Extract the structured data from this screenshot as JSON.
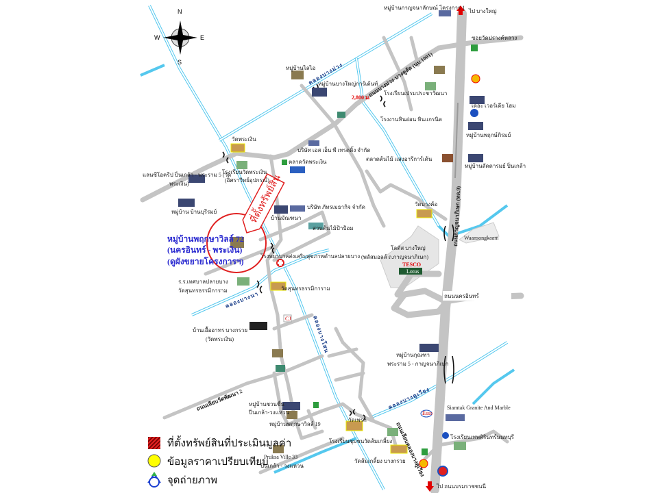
{
  "compass": {
    "n": "N",
    "e": "E",
    "s": "S",
    "w": "W"
  },
  "colors": {
    "road": "#c4c4c4",
    "canal": "#55c8ee",
    "marker": "#e02020",
    "label_blue": "#2a2ad0"
  },
  "labels": [
    "หมู่บ้านกาญจนาลักษณ์ โครงการ 1",
    "ไป บางใหญ่",
    "ซอยวัดปรางค์หลวง",
    "หมู่บ้านไลไอ",
    "คลองบางม่วง",
    "หมู่บ้านบางใหญ่การ์เด้นท์",
    "ถนนบางม่วง-บางคูลัด (นบ.1001)",
    "2,800 ม.",
    "โรงเรียนเปรมประชาวัฒนา",
    "เดอะ เวอร์เดีย โฮม",
    "โรงงานหินอ่อน หินแกรนิต",
    "หมู่บ้านพฤกษ์ภิรมย์",
    "วัดพระเงิน",
    "บริษัท เอส เอ็น พี เทรดดิ้ง จำกัด",
    "ตลาดวัดพระเงิน",
    "ตลาดต้นไม้ แสงอารีการ์เด้น",
    "หมู่บ้านลัดดารมย์ ปิ่นเกล้า",
    "โรงเรียนวัดพระเงิน",
    "(อิศราวิทย์อุปกรณ์)",
    "แลนซีโอครีป ปิ่นเกล้า - พระราม 5 (วัด",
    "พระเงิน)",
    "หมู่บ้าน บ้านบุรีรมย์",
    "ที่ตั้งทรัพย์สิน",
    "บริษัท ภัทรเมธากิจ จำกัด",
    "บ้านมัณฑนา",
    "สวนต้นไม้ป้าป้อม",
    "วัดบางค้อ",
    "หมู่บ้านพฤกษาวิลล์ 72",
    "(นครอินทร์ - พระเงิน)",
    "(ดูผังขยายโครงการฯ)",
    "โรงพยาบาลส่งเสริมสุขภาพตำบลปลายบาง",
    "Waansongkaam",
    "โลตัส บางใหญ่",
    "(พลัสมอลล์ ถ.กาญจนาภิเษก)",
    "TESCO",
    "Lotus",
    "ถนนกาญจนาภิเษก (ทล.9)",
    "ร.ร.เทศบาลปลายบาง",
    "วัดสุนทรธรรมิการาม",
    "วัดสุนทรธรรมิการาม",
    "คลองบางนา",
    "ถนนนครอินทร์",
    "บ้านเอื้ออาทร บางกรวย",
    "(วัดพระเงิน)",
    "คลองบางโสน",
    "หมู่บ้านกุณฑา",
    "พระราม 5 - กาญจนาภิเษก",
    "ถนนเลียบวัดพัฒนา 2",
    "คลองบางคูเวียง",
    "หมู่บ้านชวนชื่น",
    "ปิ่นเกล้า-วงแหวน",
    "หมู่บ้านพฤกษาวิลล์ 19",
    "Siamtak Granite And Marble",
    "วัดเพรก",
    "โรงเรียนชุมชนวัดส้มเกลี้ยง",
    "โรงเรียนเทพศิรินทร์นนทบุรี",
    "ถนนเลียบคลองบางคูเวียง",
    "วัดส้มเกลี้ยง บางกรวย",
    "Pruksa Ville 33",
    "ปิ่นเกล้า - วงแหวน",
    "ไป ถนนบรมราชชนนี",
    "CJ",
    "Esso"
  ],
  "legend": [
    {
      "label": "ที่ตั้งทรัพย์สินที่ประเมินมูลค่า",
      "icon": "red-hatched-square"
    },
    {
      "label": "ข้อมูลราคาเปรียบเทียบ",
      "icon": "yellow-circle"
    },
    {
      "label": "จุดถ่ายภาพ",
      "icon": "camera-point-marker"
    }
  ]
}
